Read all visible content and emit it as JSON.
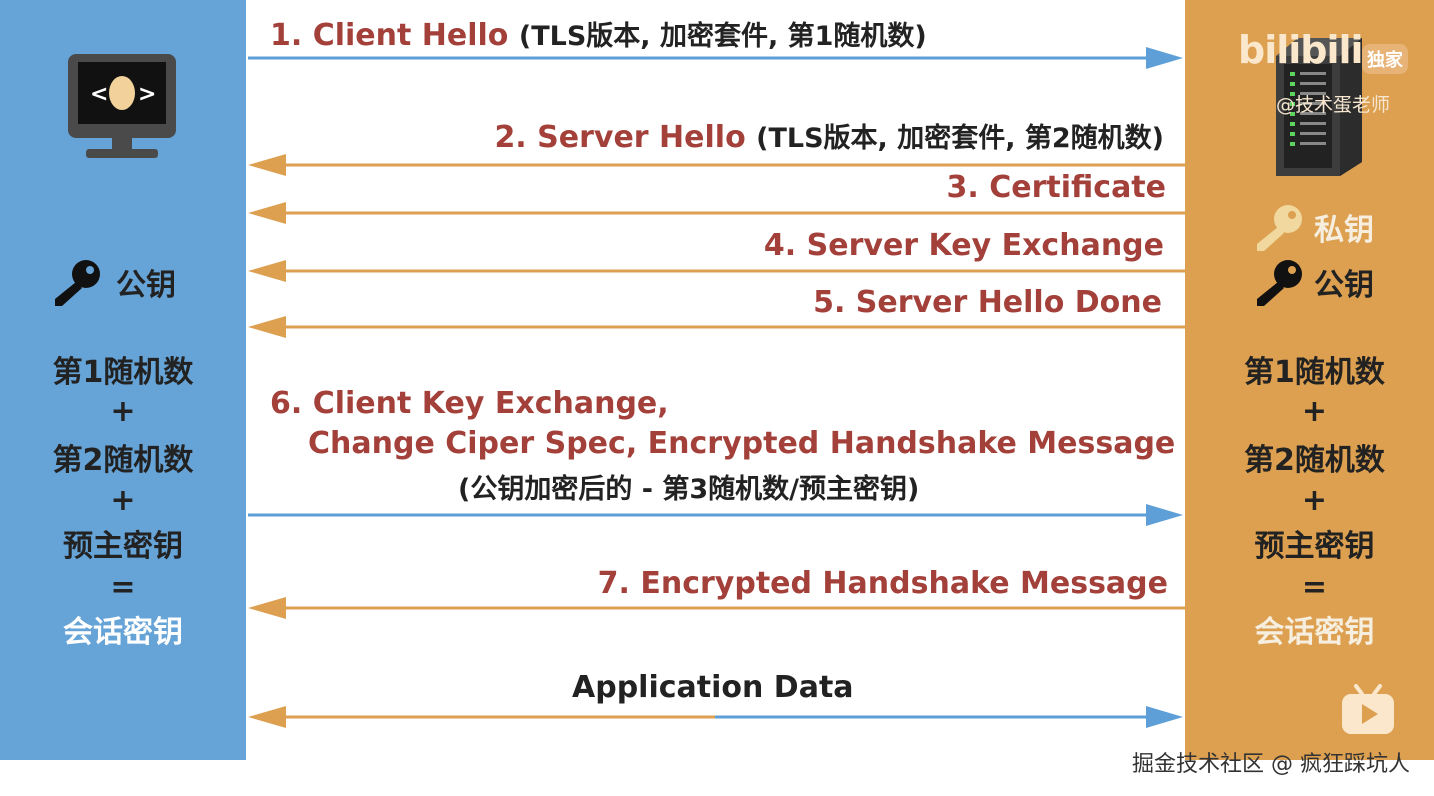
{
  "colors": {
    "client_bg": "#66a3d6",
    "server_bg": "#dda050",
    "arrow_blue": "#5d9fd6",
    "arrow_orange": "#dda050",
    "message_red": "#a3403a"
  },
  "messages": {
    "m1": {
      "label": "1. Client Hello",
      "detail": "(TLS版本, 加密套件, 第1随机数)"
    },
    "m2": {
      "label": "2. Server Hello",
      "detail": "(TLS版本, 加密套件, 第2随机数)"
    },
    "m3": {
      "label": "3. Certificate"
    },
    "m4": {
      "label": "4. Server Key Exchange"
    },
    "m5": {
      "label": "5. Server Hello Done"
    },
    "m6": {
      "line1": "6. Client Key Exchange,",
      "line2": "Change Ciper Spec, Encrypted Handshake Message",
      "detail": "(公钥加密后的 - 第3随机数/预主密钥)"
    },
    "m7": {
      "label": "7. Encrypted Handshake Message"
    },
    "m8": {
      "label": "Application Data"
    }
  },
  "client": {
    "icon": "computer-monitor-icon",
    "public_key_label": "公钥",
    "formula": [
      "第1随机数",
      "+",
      "第2随机数",
      "+",
      "预主密钥",
      "=",
      "会话密钥"
    ]
  },
  "server": {
    "icon": "server-rack-icon",
    "private_key_label": "私钥",
    "public_key_label": "公钥",
    "formula": [
      "第1随机数",
      "+",
      "第2随机数",
      "+",
      "预主密钥",
      "=",
      "会话密钥"
    ]
  },
  "overlay": {
    "bili_logo": "bilibili",
    "bili_badge": "独家",
    "bili_handle": "@技术蛋老师",
    "footer_watermark": "掘金技术社区 @ 疯狂踩坑人"
  }
}
